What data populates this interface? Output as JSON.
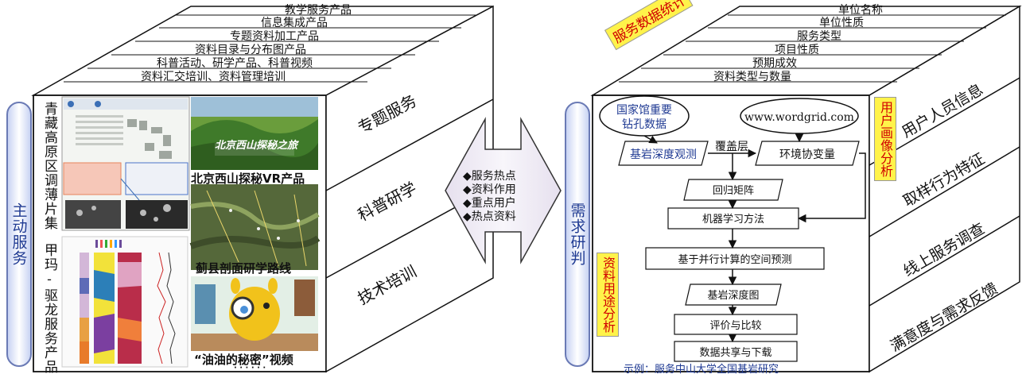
{
  "left_cube": {
    "side_label": "主动服务",
    "top_layers": [
      "教学服务产品",
      "信息集成产品",
      "专题资料加工产品",
      "资料目录与分布图产品",
      "科普活动、研学产品、科普视频",
      "资料汇交培训、资料管理培训"
    ],
    "right_sections": [
      "专题服务",
      "科普研学",
      "技术培训"
    ],
    "panels": {
      "qinghai": "青藏高原区调薄片集",
      "jiama": "甲玛-驱龙服务产品",
      "vr_title": "北京西山探秘之旅",
      "vr_caption": "北京西山探秘VR产品",
      "jixian_caption": "蓟县剖面研学路线",
      "video_caption": "“油油的秘密”视频",
      "ellipsis": "· · · · · ·"
    }
  },
  "middle": {
    "items": [
      "服务热点",
      "资料作用",
      "重点用户",
      "热点资料"
    ],
    "bullet": "◆"
  },
  "right_cube": {
    "side_label": "需求研判",
    "stats_tag": "服务数据统计",
    "usage_tag": "资料用途分析",
    "profile_tag": "用户画像分析",
    "top_layers": [
      "单位名称",
      "单位性质",
      "服务类型",
      "项目性质",
      "预期成效",
      "资料类型与数量"
    ],
    "right_sections": [
      "用户人员信息",
      "取样行为特征",
      "线上服务调查",
      "满意度与需求反馈"
    ],
    "flow": {
      "source1": "国家馆重要\n钻孔数据",
      "source2": "www.wordgrid.com",
      "bedrock_obs": "基岩深度观测",
      "cover": "覆盖层",
      "env": "环境协变量",
      "regression": "回归矩阵",
      "ml": "机器学习方法",
      "parallel": "基于并行计算的空间预测",
      "map": "基岩深度图",
      "eval": "评价与比较",
      "share": "数据共享与下载",
      "example": "示例：服务中山大学全国基岩研究"
    }
  }
}
